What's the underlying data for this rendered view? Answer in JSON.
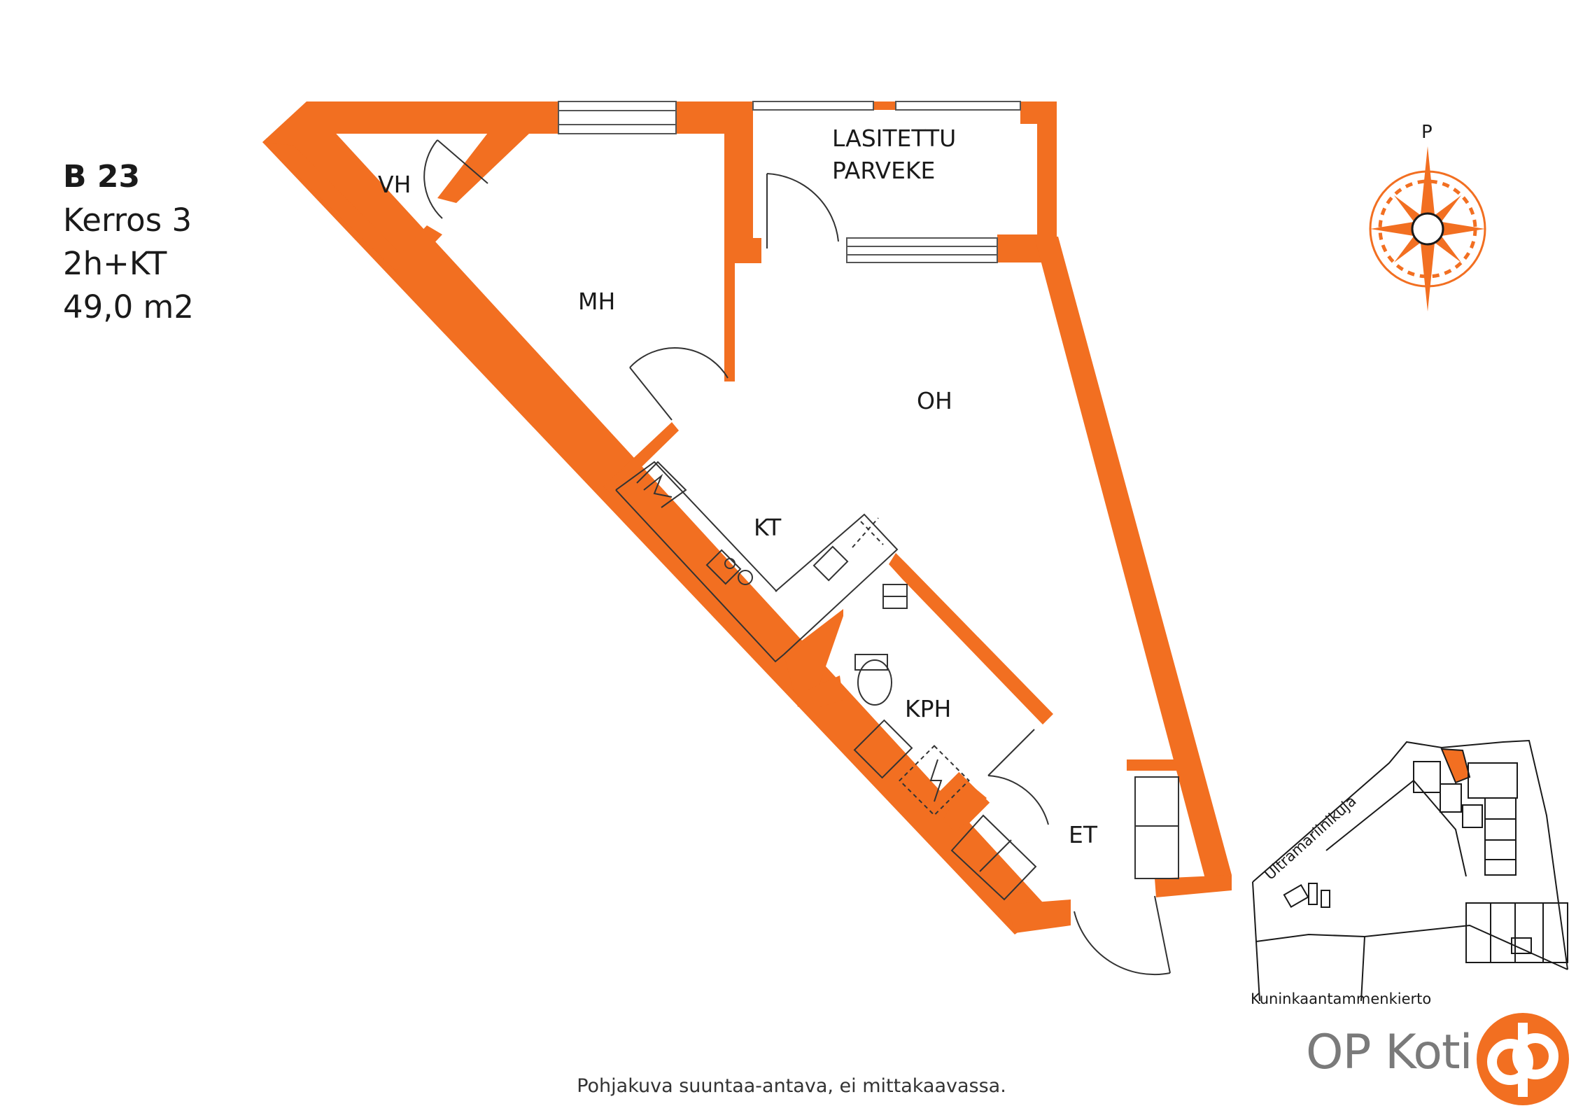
{
  "unit": {
    "code": "B 23",
    "floor": "Kerros 3",
    "type": "2h+KT",
    "area": "49,0 m2"
  },
  "rooms": {
    "vh": "VH",
    "mh": "MH",
    "balcony_line1": "LASITETTU",
    "balcony_line2": "PARVEKE",
    "oh": "OH",
    "kt": "KT",
    "kph": "KPH",
    "et": "ET"
  },
  "compass": {
    "north": "P"
  },
  "site_map": {
    "street_1": "Ultramariinikuja",
    "street_2": "Kuninkaantammenkierto"
  },
  "disclaimer": "Pohjakuva suuntaa-antava, ei mittakaavassa.",
  "brand": {
    "name": "OP Koti",
    "logo": "op-logo-icon"
  },
  "colors": {
    "wall": "#F26F21",
    "text": "#1a1a1a"
  }
}
